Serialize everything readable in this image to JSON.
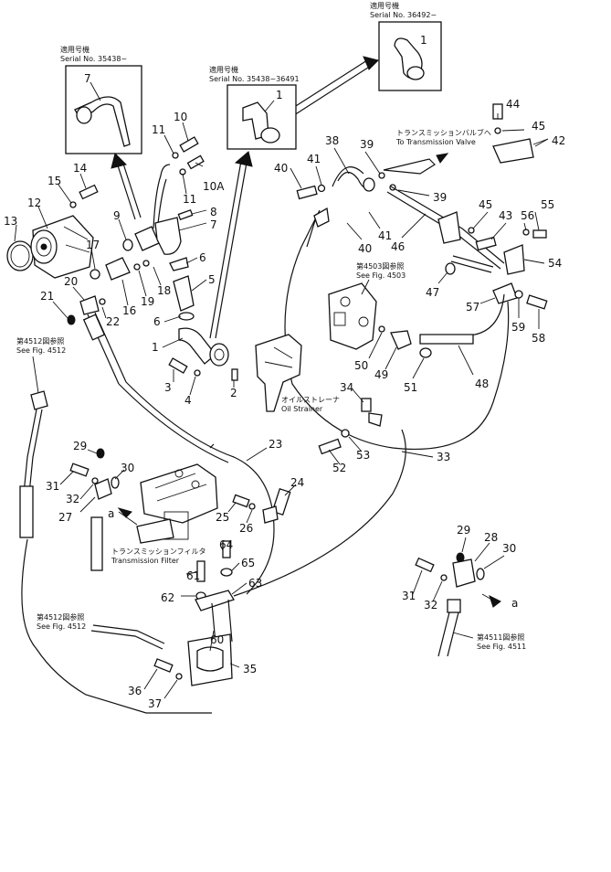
{
  "inset_boxes": {
    "serial_36492": {
      "label_jp": "適用号機",
      "label": "Serial No. 36492~",
      "part_no": "1"
    },
    "serial_35438": {
      "label_jp": "適用号機",
      "label": "Serial No. 35438~",
      "part_no": "7"
    },
    "serial_35438_36491": {
      "label_jp": "適用号機",
      "label": "Serial No. 35438~36491",
      "part_no": "1"
    }
  },
  "notes": {
    "transmission_valve_jp": "トランスミッションバルブへ",
    "transmission_valve": "To Transmission Valve",
    "oil_strainer_jp": "オイルストレーナ",
    "oil_strainer": "Oil Strainer",
    "fig4503_jp": "第4503図参照",
    "fig4503": "See Fig. 4503",
    "fig4512a_jp": "第4512図参照",
    "fig4512a": "See Fig. 4512",
    "fig4512b_jp": "第4512図参照",
    "fig4512b": "See Fig. 4512",
    "fig4511_jp": "第4511図参照",
    "fig4511": "See Fig. 4511",
    "trans_filter_jp": "トランスミッションフィルタ",
    "trans_filter": "Transmission Filter"
  },
  "callouts": {
    "p44": "44",
    "p45": "45",
    "p42": "42",
    "p38": "38",
    "p39a": "39",
    "p40a": "40",
    "p41a": "41",
    "p39b": "39",
    "p45b": "45",
    "p43": "43",
    "p55": "55",
    "p56": "56",
    "p54": "54",
    "p40b": "40",
    "p41b": "41",
    "p46": "46",
    "p47": "47",
    "p57": "57",
    "p59": "59",
    "p58": "58",
    "p50": "50",
    "p49": "49",
    "p51": "51",
    "p48": "48",
    "p34": "34",
    "p53": "53",
    "p52": "52",
    "p33": "33",
    "p10": "10",
    "p11a": "11",
    "p11b": "11",
    "p10a": "10A",
    "p8": "8",
    "p7": "7",
    "p9": "9",
    "p14": "14",
    "p15": "15",
    "p12": "12",
    "p13": "13",
    "p17": "17",
    "p16": "16",
    "p19": "19",
    "p18": "18",
    "p6a": "6",
    "p5": "5",
    "p6b": "6",
    "p1": "1",
    "p20": "20",
    "p21": "21",
    "p22": "22",
    "p3": "3",
    "p4": "4",
    "p2": "2",
    "p23": "23",
    "p24": "24",
    "p25": "25",
    "p26": "26",
    "p29": "29",
    "p30": "30",
    "p31": "31",
    "p32": "32",
    "p27": "27",
    "pa": "a",
    "p64": "64",
    "p65": "65",
    "p61": "61",
    "p63": "63",
    "p62": "62",
    "p60": "60",
    "p35": "35",
    "p36": "36",
    "p37": "37",
    "p29b": "29",
    "p28": "28",
    "p30b": "30",
    "p31b": "31",
    "p32b": "32",
    "pa2": "a"
  }
}
